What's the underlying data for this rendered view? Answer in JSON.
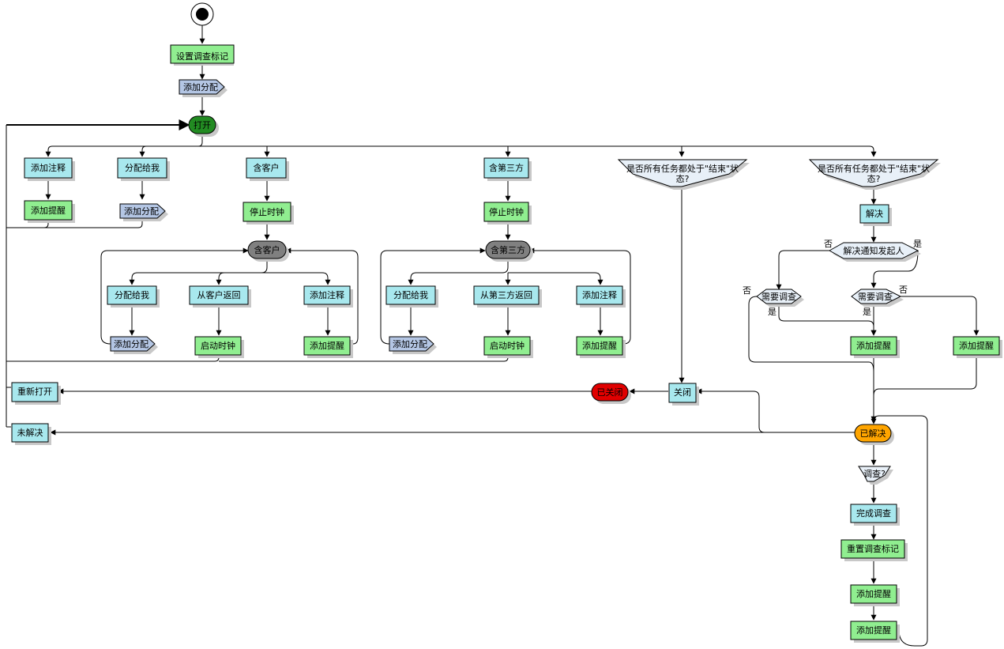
{
  "colors": {
    "action_fill": "#A8E8EE",
    "note_fill": "#90EE90",
    "event_fill": "#B4C6E4",
    "open_state": "#228B22",
    "merge_state": "#808080",
    "closed_state": "#E00000",
    "resolved_state": "#FFA500",
    "line": "#000000",
    "shadow": "#C8C8C8"
  },
  "nodes": {
    "set_flag": "设置调查标记",
    "add_assign_top": "添加分配",
    "open": "打开",
    "add_comment_a": "添加注释",
    "add_reminder_a": "添加提醒",
    "assign_me_a": "分配给我",
    "add_assign_a": "添加分配",
    "has_customer": "含客户",
    "stop_timer_c": "停止时钟",
    "customer_merge": "含客户",
    "assign_me_c": "分配给我",
    "add_assign_c": "添加分配",
    "return_customer": "从客户返回",
    "start_timer_c": "启动时钟",
    "add_comment_c": "添加注释",
    "add_reminder_c": "添加提醒",
    "has_third": "含第三方",
    "stop_timer_t": "停止时钟",
    "third_merge": "含第三方",
    "assign_me_t": "分配给我",
    "add_assign_t": "添加分配",
    "return_third": "从第三方返回",
    "start_timer_t": "启动时钟",
    "add_comment_t": "添加注释",
    "add_reminder_t": "添加提醒",
    "all_done_1_l1": "是否所有任务都处于\"结束\"状",
    "all_done_1_l2": "态?",
    "close": "关闭",
    "closed": "已关闭",
    "reopen": "重新打开",
    "unresolved": "未解决",
    "all_done_2_l1": "是否所有任务都处于\"结束\"状",
    "all_done_2_l2": "态?",
    "resolve": "解决",
    "notify_initiator": "解决通知发起人",
    "need_investigate_l": "需要调查",
    "need_investigate_r": "需要调查",
    "add_reminder_r1": "添加提醒",
    "add_reminder_r2": "添加提醒",
    "resolved": "已解决",
    "investigate_q": "调查?",
    "finish_investigate": "完成调查",
    "reset_flag": "重置调查标记",
    "add_reminder_b1": "添加提醒",
    "add_reminder_b2": "添加提醒"
  },
  "labels": {
    "no_notify": "否",
    "yes_notify": "是",
    "no_left": "否",
    "yes_left": "是",
    "no_right": "否",
    "yes_right": "是"
  }
}
